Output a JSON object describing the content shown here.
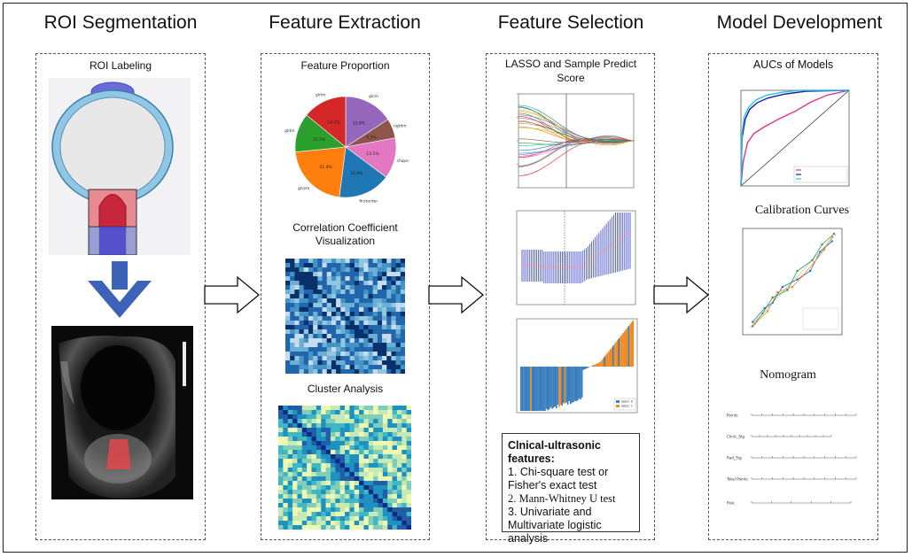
{
  "columns": {
    "roi": {
      "title": "ROI Segmentation",
      "sub1": "ROI Labeling"
    },
    "feature_extraction": {
      "title": "Feature Extraction",
      "sub1": "Feature Proportion",
      "sub2": "Correlation Coefficient Visualization",
      "sub3": "Cluster Analysis"
    },
    "feature_selection": {
      "title": "Feature Selection",
      "sub1": "LASSO and Sample Predict Score",
      "legend_label_a": "label: 0",
      "legend_label_b": "label: 1"
    },
    "model_development": {
      "title": "Model Development",
      "sub1": "AUCs of Models",
      "sub2": "Calibration Curves",
      "sub3": "Nomogram"
    }
  },
  "clinical_box": {
    "heading": "Clnical-ultrasonic features:",
    "item1": "1. Chi-square test or Fisher's exact test",
    "item2": "2. Mann-Whitney U test",
    "item3": "3. Univariate and Multivariate logistic analysis"
  },
  "pie": {
    "labels": [
      "glcm",
      "ngtdm",
      "shape",
      "firstorder",
      "glszm",
      "gldm",
      "glrlm"
    ],
    "percents": [
      "15.8%",
      "6.3%",
      "13.1%",
      "16.8%",
      "21.4%",
      "12.5%",
      "14.1%"
    ],
    "colors": [
      "#9467bd",
      "#8c564b",
      "#e377c2",
      "#1f77b4",
      "#ff7f0e",
      "#2ca02c",
      "#d62728"
    ]
  },
  "nomogram": {
    "rows": [
      "Points",
      "Clinic_Sig",
      "Rad_Sig",
      "Total Points",
      "Risk"
    ]
  },
  "colors": {
    "arrow_blue": "#3d63b8",
    "roi_red": "#e0484a",
    "lasso_bar": "#4b57c9",
    "bar_blue": "#3a80c0",
    "bar_orange": "#f08a24"
  }
}
